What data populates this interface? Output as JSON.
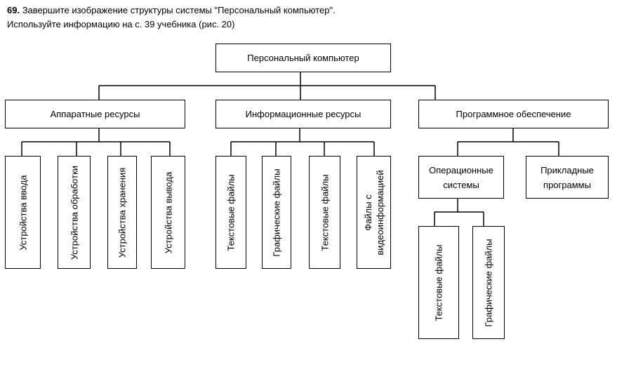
{
  "task": {
    "number": "69.",
    "line1": " Завершите изображение структуры системы \"Персональный компьютер\".",
    "line2": "Используйте информацию на с. 39 учебника (рис. 20)"
  },
  "diagram": {
    "root": "Персональный компьютер",
    "hardware": {
      "label": "Аппаратные ресурсы",
      "children": [
        "Устройства ввода",
        "Устройства обработки",
        "Устройства хранения",
        "Устройства вывода"
      ]
    },
    "information": {
      "label": "Информационные ресурсы",
      "children": [
        "Текстовые файлы",
        "Графические файлы",
        "Текстовые файлы",
        "Файлы с видеоинформацией"
      ],
      "video_line1": "Файлы с",
      "video_line2": "видеоинформацией"
    },
    "software": {
      "label": "Программное обеспечение",
      "os": {
        "line1": "Операционные",
        "line2": "системы",
        "children": [
          "Текстовые файлы",
          "Графические файлы"
        ]
      },
      "apps": {
        "line1": "Прикладные",
        "line2": "программы"
      }
    }
  }
}
